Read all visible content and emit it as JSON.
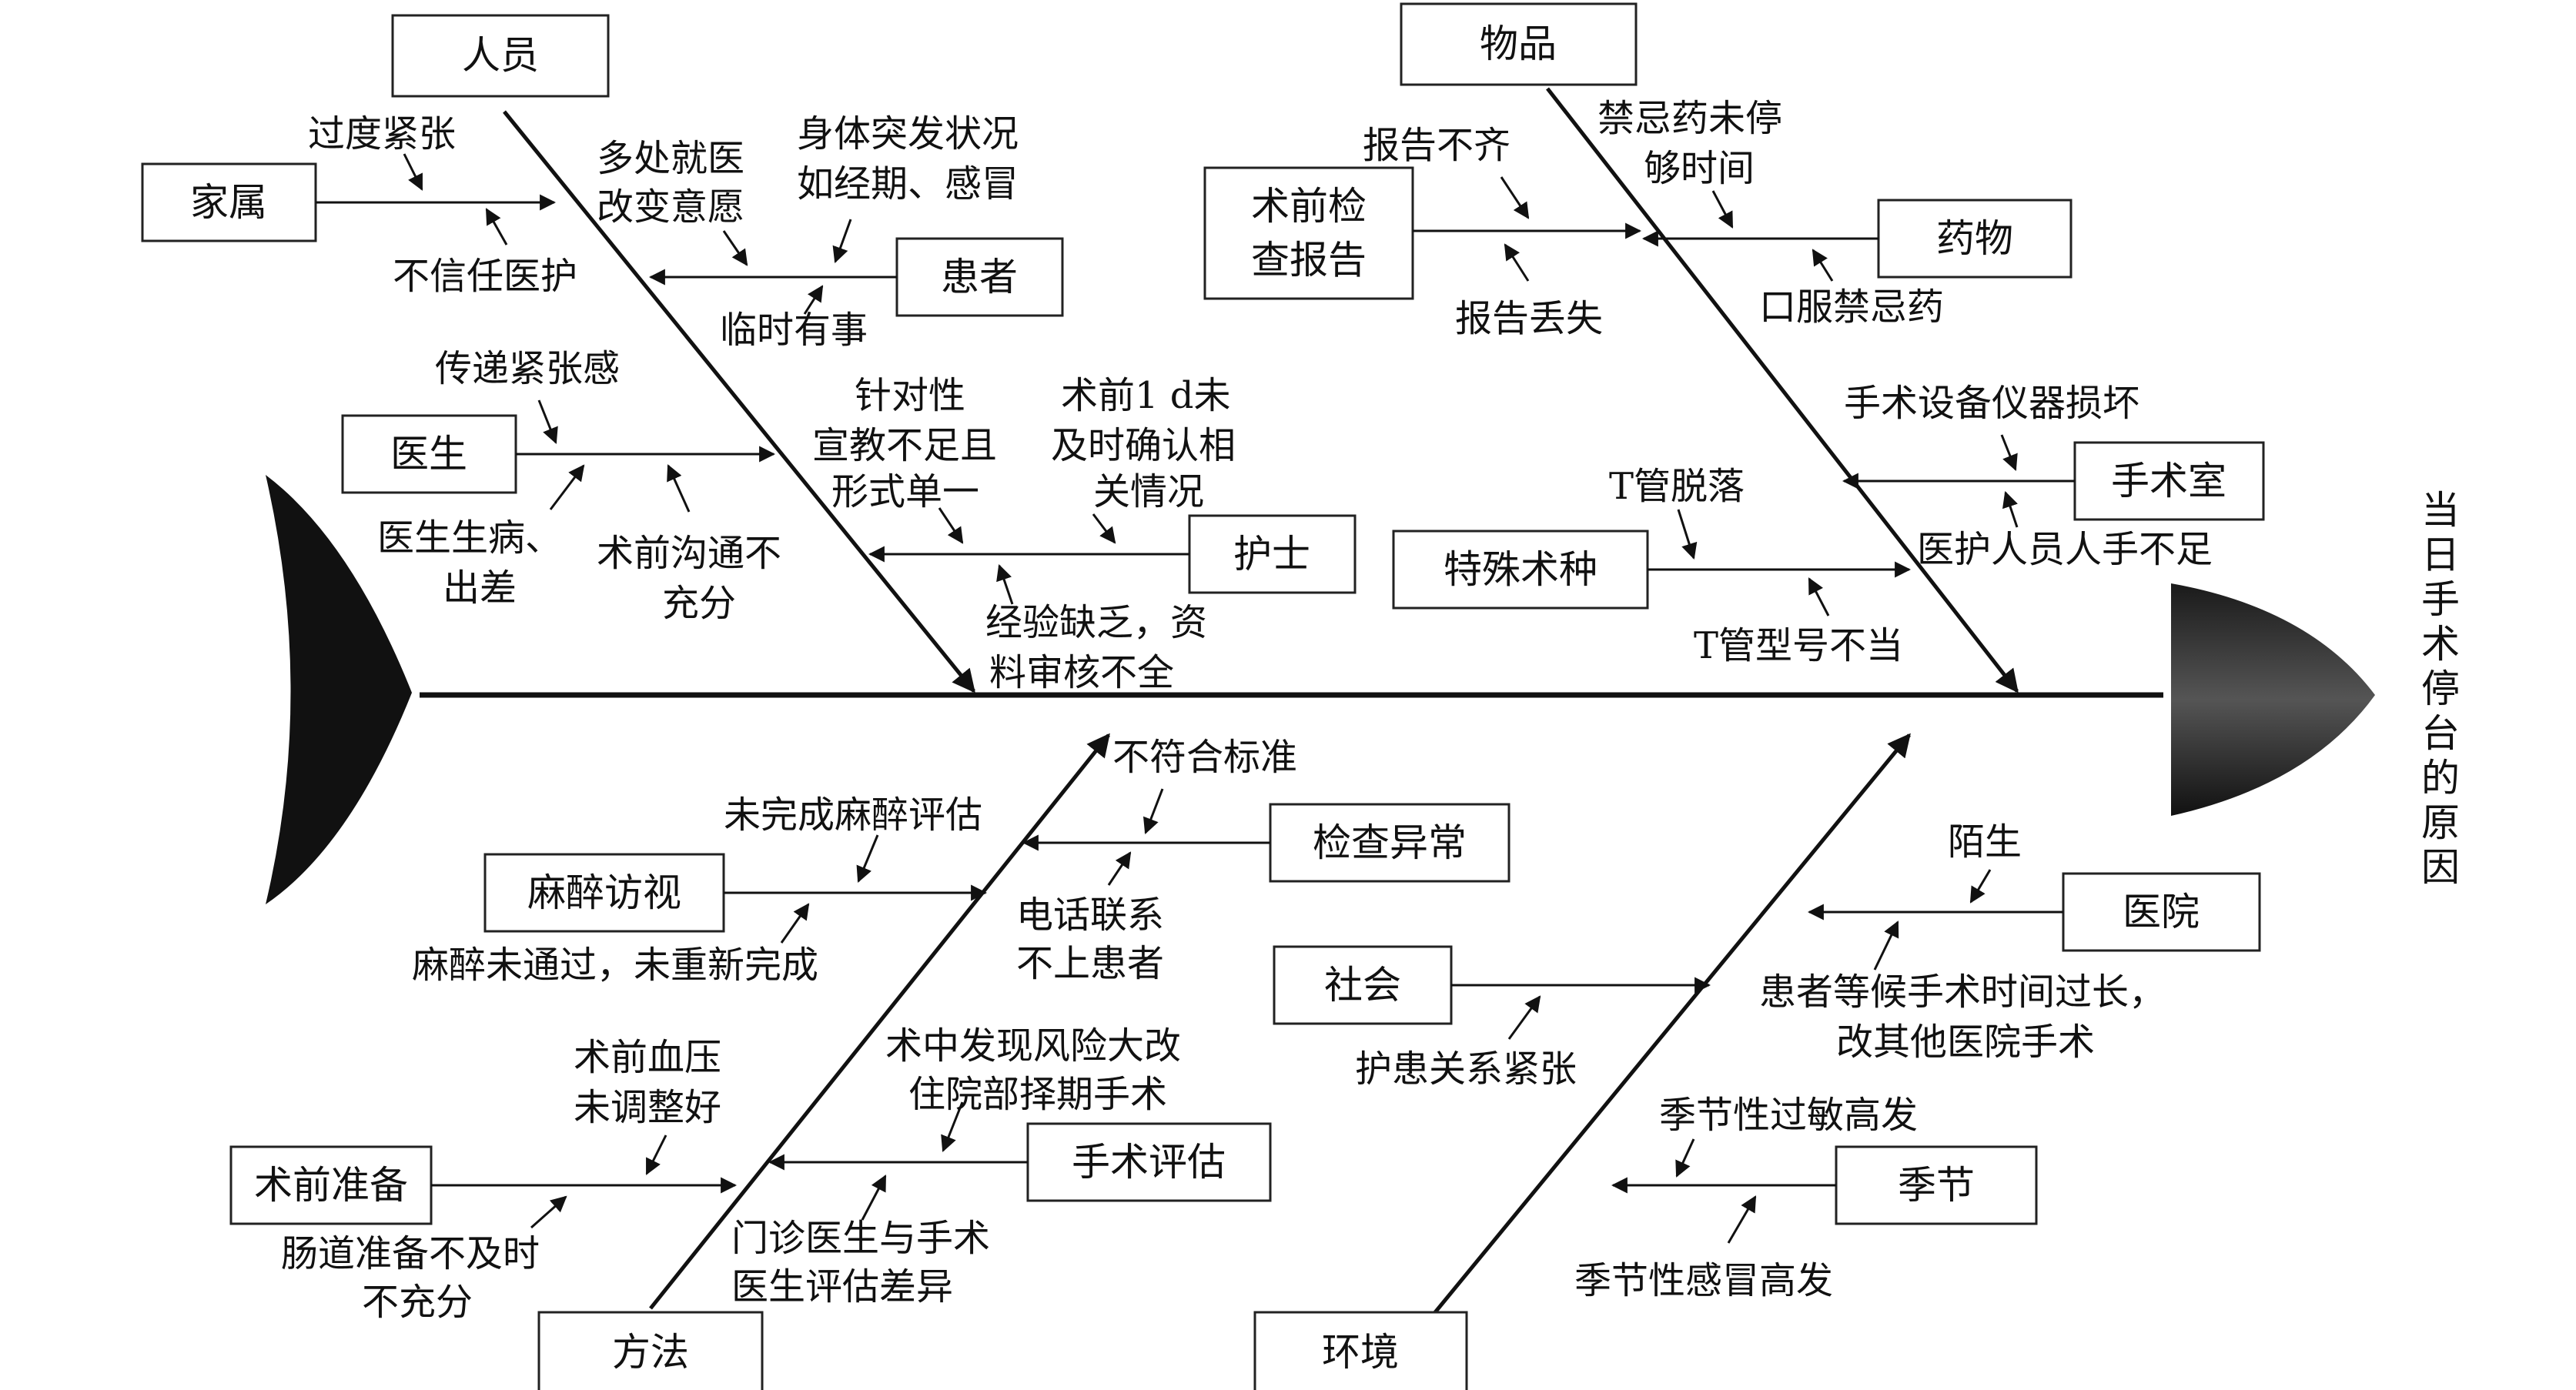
{
  "effect": {
    "chars": [
      "当",
      "日",
      "手",
      "术",
      "停",
      "台",
      "的",
      "原",
      "因"
    ]
  },
  "categories": {
    "people": "人员",
    "materials": "物品",
    "methods": "方法",
    "environment": "环境"
  },
  "boxes": {
    "family": "家属",
    "patient": "患者",
    "doctor": "医生",
    "nurse": "护士",
    "preop_report": [
      "术前检",
      "查报告"
    ],
    "drug": "药物",
    "or_room": "手术室",
    "special_surgery": "特殊术种",
    "anesthesia_visit": "麻醉访视",
    "exam_abnormal": "检查异常",
    "preop_prep": "术前准备",
    "surgery_eval": "手术评估",
    "society": "社会",
    "hospital": "医院",
    "season": "季节"
  },
  "causes": {
    "excessive_tension": "过度紧张",
    "distrust": "不信任医护",
    "multi_visit": [
      "多处就医",
      "改变意愿"
    ],
    "sudden_condition": [
      "身体突发状况",
      "如经期、感冒"
    ],
    "temp_business": "临时有事",
    "convey_tension": "传递紧张感",
    "doctor_sick": [
      "医生生病、",
      "出差"
    ],
    "poor_communication": [
      "术前沟通不",
      "充分"
    ],
    "education": [
      "针对性",
      "宣教不足且",
      "形式单一"
    ],
    "not_confirmed": [
      "术前1 d未",
      "及时确认相",
      "关情况"
    ],
    "lack_experience": [
      "经验缺乏，资",
      "料审核不全"
    ],
    "report_incomplete": "报告不齐",
    "report_lost": "报告丢失",
    "drug_not_stopped": [
      "禁忌药未停",
      "够时间"
    ],
    "oral_drug": "口服禁忌药",
    "equipment_broken": "手术设备仪器损坏",
    "staff_shortage": "医护人员人手不足",
    "t_tube_off": "T管脱落",
    "t_tube_model": "T管型号不当",
    "not_standard": "不符合标准",
    "phone_fail": [
      "电话联系",
      "不上患者"
    ],
    "anes_not_done": "未完成麻醉评估",
    "anes_not_passed": "麻醉未通过，未重新完成",
    "bp_not_adjusted": [
      "术前血压",
      "未调整好"
    ],
    "bowel_prep": [
      "肠道准备不及时",
      "不充分"
    ],
    "high_risk": [
      "术中发现风险大改",
      "住院部择期手术"
    ],
    "eval_diff": [
      "门诊医生与手术",
      "医生评估差异"
    ],
    "tense_relation": "护患关系紧张",
    "stranger": "陌生",
    "long_wait": [
      "患者等候手术时间过长，",
      "改其他医院手术"
    ],
    "seasonal_allergy": "季节性过敏高发",
    "seasonal_flu": "季节性感冒高发"
  }
}
